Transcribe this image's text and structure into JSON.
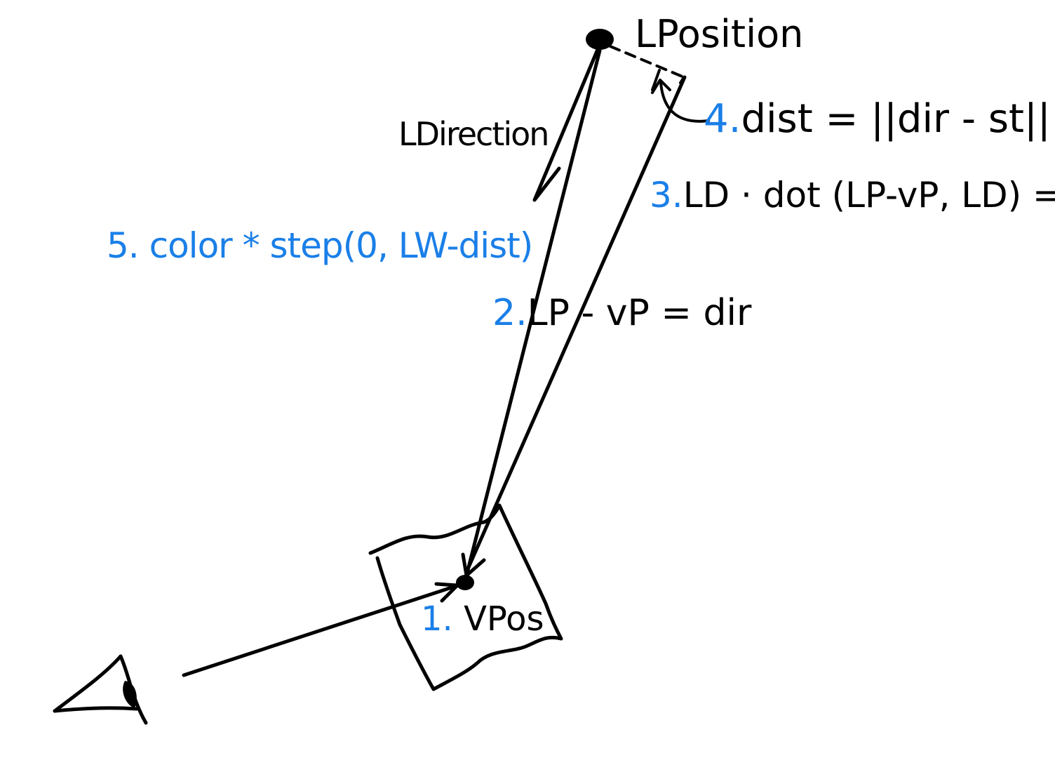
{
  "colors": {
    "ink": "#000000",
    "step_number": "#1a7fe8",
    "background": "#ffffff"
  },
  "icons": {
    "viewer": "eye-icon"
  },
  "labels": {
    "light_position": "LPosition",
    "light_direction": "LDirection",
    "vertex_position": "VPos",
    "step1_number": "1.",
    "step2_number": "2.",
    "step2_text": "LP - vP = dir",
    "step3_number": "3.",
    "step3_text": "LD · dot (LP-vP, LD) = st",
    "step4_number": "4.",
    "step4_text": "dist = ||dir - st||",
    "step5": "5. color * step(0, LW-dist)"
  }
}
